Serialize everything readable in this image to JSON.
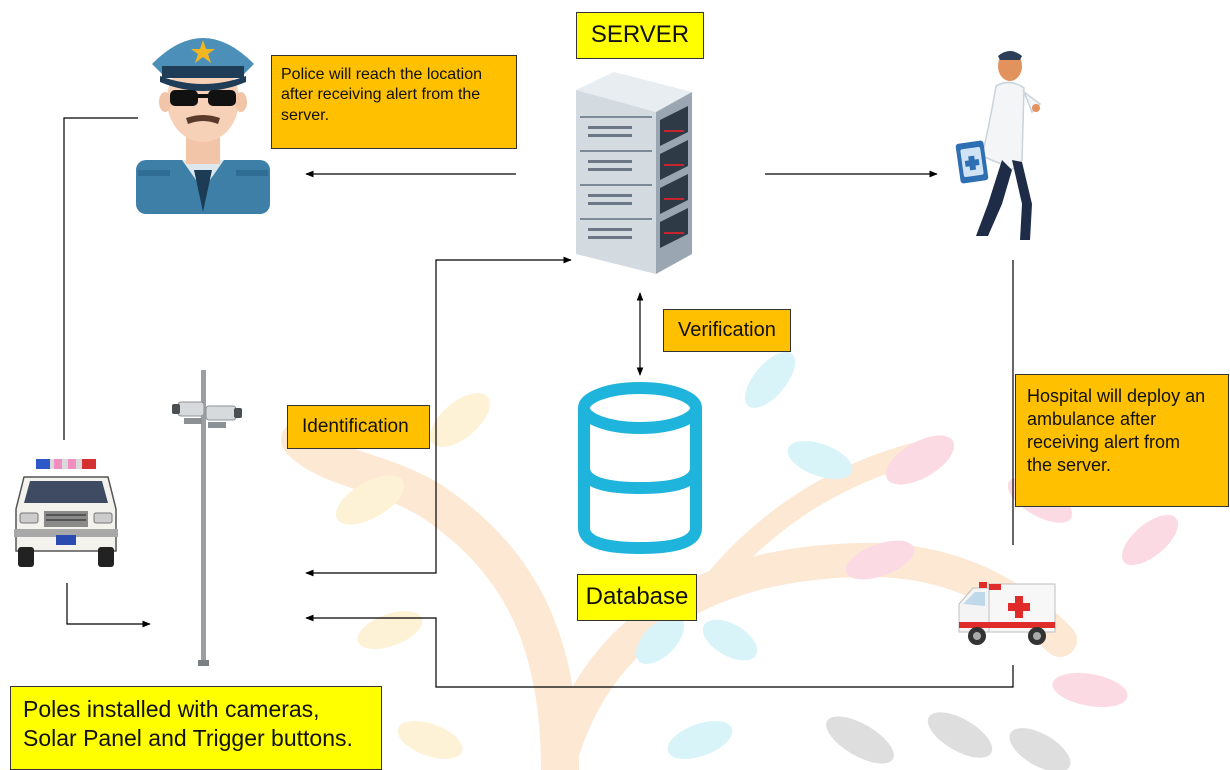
{
  "labels": {
    "server": "SERVER",
    "database": "Database",
    "verification": "Verification",
    "identification": "Identification",
    "police_note_1": "Police will reach the location",
    "police_note_2": "after receiving alert from the",
    "police_note_3": "server.",
    "hospital_note_1": "Hospital will deploy an",
    "hospital_note_2": "ambulance after",
    "hospital_note_3": "receiving alert from",
    "hospital_note_4": "the server.",
    "poles_note_1": "Poles installed with cameras,",
    "poles_note_2": "Solar Panel and Trigger buttons."
  },
  "colors": {
    "orange_box": "#FFC000",
    "yellow_box": "#FFFF00",
    "database_stroke": "#1EB4DC",
    "connector": "#000000"
  },
  "icons": [
    "police-officer-icon",
    "server-rack-icon",
    "doctor-icon",
    "database-icon",
    "cctv-pole-icon",
    "police-car-icon",
    "ambulance-icon",
    "tree-watermark"
  ]
}
